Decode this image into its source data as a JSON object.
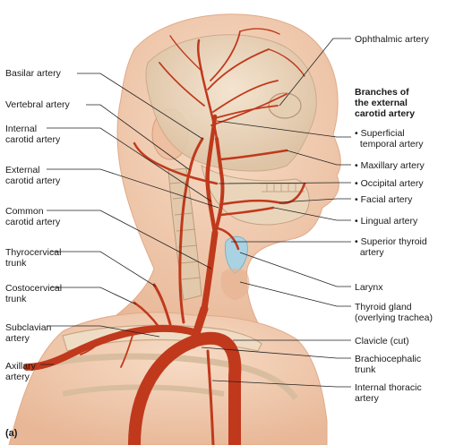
{
  "figure": {
    "panel_label": "(a)",
    "heading": "Branches of\nthe external\ncarotid artery",
    "left_labels": {
      "basilar": "Basilar artery",
      "vertebral": "Vertebral artery",
      "internal_carotid": "Internal\ncarotid artery",
      "external_carotid": "External\ncarotid artery",
      "common_carotid": "Common\ncarotid artery",
      "thyrocervical": "Thyrocervical\ntrunk",
      "costocervical": "Costocervical\ntrunk",
      "subclavian": "Subclavian\nartery",
      "axillary": "Axillary\nartery"
    },
    "right_labels": {
      "ophthalmic": "Ophthalmic artery",
      "superficial_temporal": "• Superficial\n  temporal artery",
      "maxillary": "• Maxillary artery",
      "occipital": "• Occipital artery",
      "facial": "• Facial artery",
      "lingual": "• Lingual artery",
      "superior_thyroid": "• Superior thyroid\n  artery",
      "larynx": "Larynx",
      "thyroid_gland": "Thyroid gland\n(overlying trachea)",
      "clavicle": "Clavicle (cut)",
      "brachiocephalic": "Brachiocephalic\ntrunk",
      "internal_thoracic": "Internal thoracic\nartery"
    },
    "colors": {
      "skin": "#f3cdb0",
      "skin_shadow": "#e7b393",
      "bone": "#ecd7bd",
      "artery": "#c0391c",
      "artery_dark": "#9b2a14",
      "thyroid": "#a9d3e3",
      "leader": "#222222"
    }
  }
}
